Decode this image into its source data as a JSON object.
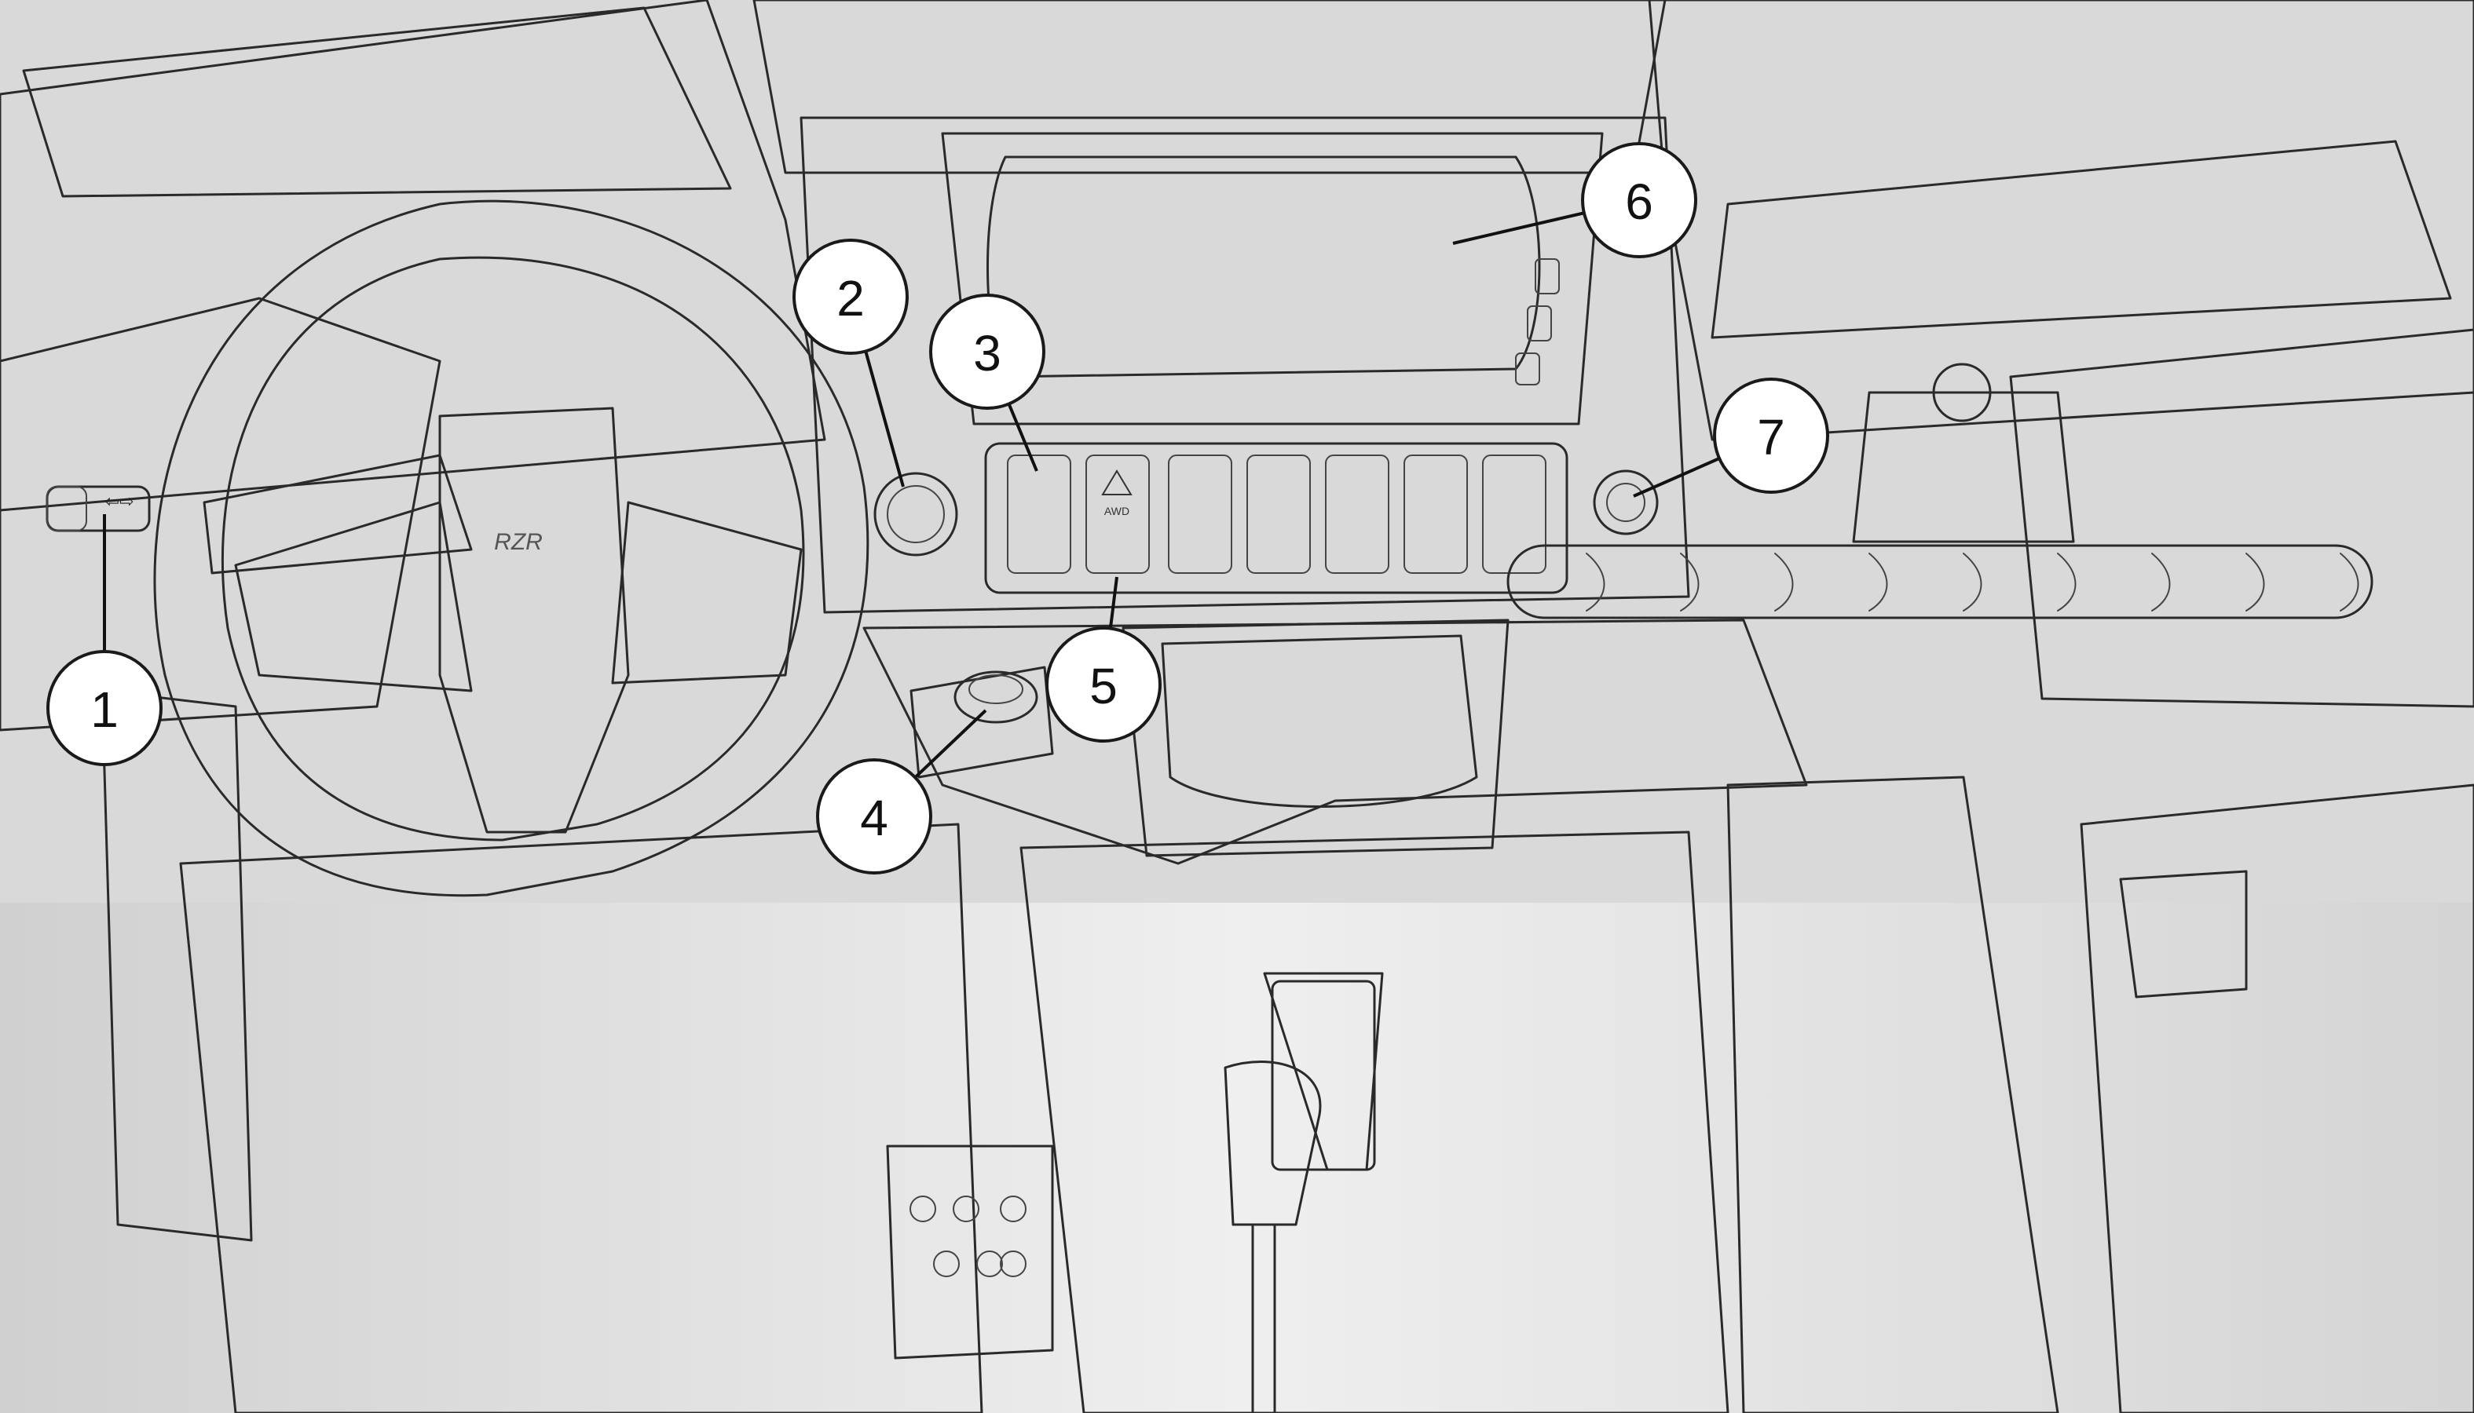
{
  "diagram": {
    "kind": "utv-dashboard-controls-line-art",
    "badge_text": "RZR",
    "switch_label": "AWD",
    "callouts": [
      {
        "id": "1",
        "label": "1"
      },
      {
        "id": "2",
        "label": "2"
      },
      {
        "id": "3",
        "label": "3"
      },
      {
        "id": "4",
        "label": "4"
      },
      {
        "id": "5",
        "label": "5"
      },
      {
        "id": "6",
        "label": "6"
      },
      {
        "id": "7",
        "label": "7"
      }
    ]
  },
  "colors": {
    "background": "#d9d9d9",
    "panel_light": "#e8e8e8",
    "panel_mid": "#cfcfcf",
    "panel_dark": "#b8b8b8",
    "outline": "#2a2a2a"
  }
}
